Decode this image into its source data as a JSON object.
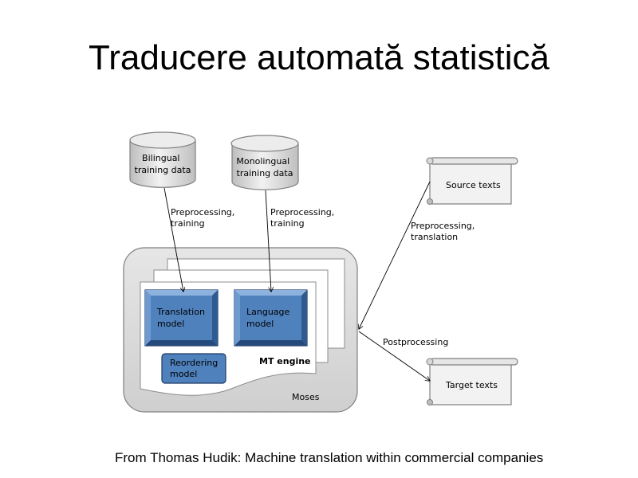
{
  "title": "Traducere automată statistică",
  "caption": "From Thomas Hudik: Machine translation within commercial companies",
  "diagram": {
    "bilingual_data": [
      "Bilingual",
      "training data"
    ],
    "monolingual_data": [
      "Monolingual",
      "training data"
    ],
    "source_texts": "Source texts",
    "target_texts": "Target texts",
    "translation_model": [
      "Translation",
      "model"
    ],
    "language_model": [
      "Language",
      "model"
    ],
    "reordering_model": [
      "Reordering",
      "model"
    ],
    "mt_engine": "MT engine",
    "moses": "Moses",
    "edge_bilingual": [
      "Preprocessing,",
      "training"
    ],
    "edge_monolingual": [
      "Preprocessing,",
      "training"
    ],
    "edge_source": [
      "Preprocessing,",
      "translation"
    ],
    "edge_target": "Postprocessing"
  },
  "colors": {
    "model_fill": "#4f81bd",
    "model_border": "#1f3b64",
    "cylinder_fill": "#d9d9d9",
    "moses_fill": "#d9d9d9"
  }
}
